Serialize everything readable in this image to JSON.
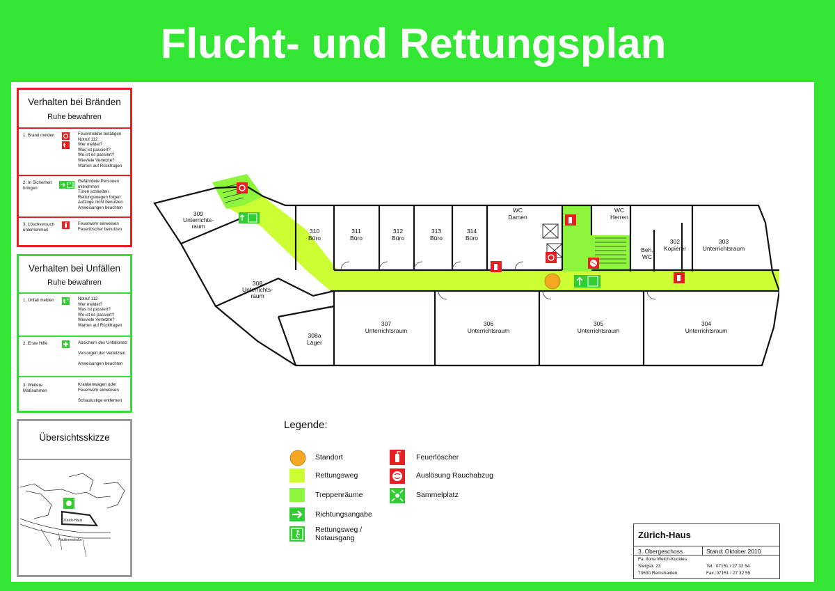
{
  "title": "Flucht- und Rettungsplan",
  "colors": {
    "frame": "#33e633",
    "route": "#ccff33",
    "stair": "#8cf53c",
    "fire": "#e62020",
    "legend_standort": "#f5a623"
  },
  "fire_panel": {
    "title": "Verhalten bei Bränden",
    "subtitle": "Ruhe bewahren",
    "steps": [
      {
        "label": [
          "1. Brand melden"
        ],
        "icons": [
          "fire-alarm-icon",
          "phone-icon"
        ],
        "text": [
          "Feuermelder betätigen",
          "Notruf 112",
          "Wer meldet?",
          "Was ist passiert?",
          "Wo ist es passiert?",
          "Wieviele Verletzte?",
          "Warten auf Rückfragen"
        ]
      },
      {
        "label": [
          "2. In Sicherheit",
          "bringen"
        ],
        "icons": [
          "exit-arrow-icon",
          "running-person-icon"
        ],
        "text": [
          "Gefährdete Personen",
          "mitnehmen",
          "Türen schließen",
          "Rettungswegen folgen",
          "Aufzüge nicht benutzen",
          "Anweisungen beachten"
        ]
      },
      {
        "label": [
          "3. Löschversuch",
          "unternehmen"
        ],
        "icons": [
          "fire-extinguisher-icon"
        ],
        "text": [
          "Feuerwehr einweisen",
          "Feuerlöscher benutzen"
        ]
      }
    ]
  },
  "accident_panel": {
    "title": "Verhalten bei Unfällen",
    "subtitle": "Ruhe bewahren",
    "steps": [
      {
        "label": [
          "1. Unfall melden"
        ],
        "icons": [
          "emergency-phone-icon"
        ],
        "text": [
          "Notruf 112",
          "Wer meldet?",
          "Was ist passiert?",
          "Wo ist es passiert?",
          "Wieviele Verletzte?",
          "Warten auf Rückfragen"
        ]
      },
      {
        "label": [
          "2. Erste Hilfe"
        ],
        "icons": [
          "first-aid-icon"
        ],
        "text": [
          "Absichern des Unfallortes",
          "",
          "Versorgen der Verletzten",
          "",
          "Anweisungen beachten"
        ]
      },
      {
        "label": [
          "3. Weitere",
          "Maßnahmen"
        ],
        "icons": [],
        "text": [
          "Krankenwagen oder",
          "Feuerwehr einweisen",
          "",
          "Schaulustige entfernen"
        ]
      }
    ]
  },
  "overview": {
    "title": "Übersichtsskizze",
    "building_label": "Zürich-Haus",
    "street_label": "Paulinenstraße"
  },
  "rooms": [
    {
      "id": "309",
      "lines": [
        "309",
        "Unterrichts-",
        "raum"
      ]
    },
    {
      "id": "310",
      "lines": [
        "310",
        "Büro"
      ]
    },
    {
      "id": "311",
      "lines": [
        "311",
        "Büro"
      ]
    },
    {
      "id": "312",
      "lines": [
        "312",
        "Büro"
      ]
    },
    {
      "id": "313",
      "lines": [
        "313",
        "Büro"
      ]
    },
    {
      "id": "314",
      "lines": [
        "314",
        "Büro"
      ]
    },
    {
      "id": "wc-damen",
      "lines": [
        "WC",
        "Damen"
      ]
    },
    {
      "id": "wc-herren",
      "lines": [
        "WC",
        "Herren"
      ]
    },
    {
      "id": "beh-wc",
      "lines": [
        "Beh.",
        "WC"
      ]
    },
    {
      "id": "302",
      "lines": [
        "302",
        "Kopierer"
      ]
    },
    {
      "id": "303",
      "lines": [
        "303",
        "Unterrichtsraum"
      ]
    },
    {
      "id": "308",
      "lines": [
        "308",
        "Unterrichts-",
        "raum"
      ]
    },
    {
      "id": "308a",
      "lines": [
        "308a",
        "Lager"
      ]
    },
    {
      "id": "307",
      "lines": [
        "307",
        "Unterrichtsraum"
      ]
    },
    {
      "id": "306",
      "lines": [
        "306",
        "Unterrichtsraum"
      ]
    },
    {
      "id": "305",
      "lines": [
        "305",
        "Unterrichtsraum"
      ]
    },
    {
      "id": "304",
      "lines": [
        "304",
        "Unterrichtsraum"
      ]
    }
  ],
  "legend": {
    "heading": "Legende:",
    "items": [
      {
        "icon": "standort-icon",
        "label": "Standort"
      },
      {
        "icon": "rettungsweg-swatch",
        "label": "Rettungsweg"
      },
      {
        "icon": "treppenraum-swatch",
        "label": "Treppenräume"
      },
      {
        "icon": "direction-arrow-icon",
        "label": "Richtungsangabe"
      },
      {
        "icon": "exit-sign-icon",
        "label": [
          "Rettungsweg /",
          "Notausgang"
        ]
      },
      {
        "icon": "fire-extinguisher-icon",
        "label": "Feuerlöscher"
      },
      {
        "icon": "smoke-vent-icon",
        "label": "Auslösung Rauchabzug"
      },
      {
        "icon": "assembly-point-icon",
        "label": "Sammelplatz"
      }
    ]
  },
  "title_block": {
    "building": "Zürich-Haus",
    "floor": "3. Obergeschoss",
    "date": "Stand: Oktober 2010",
    "company": "Fa. Ilona Welch-Kuckles",
    "street": "Steigstr. 23",
    "city": "73630 Remshalden",
    "tel": "Tel.: 07151 / 27 32 54",
    "fax": "Fax.:07151 / 27 32 55"
  }
}
